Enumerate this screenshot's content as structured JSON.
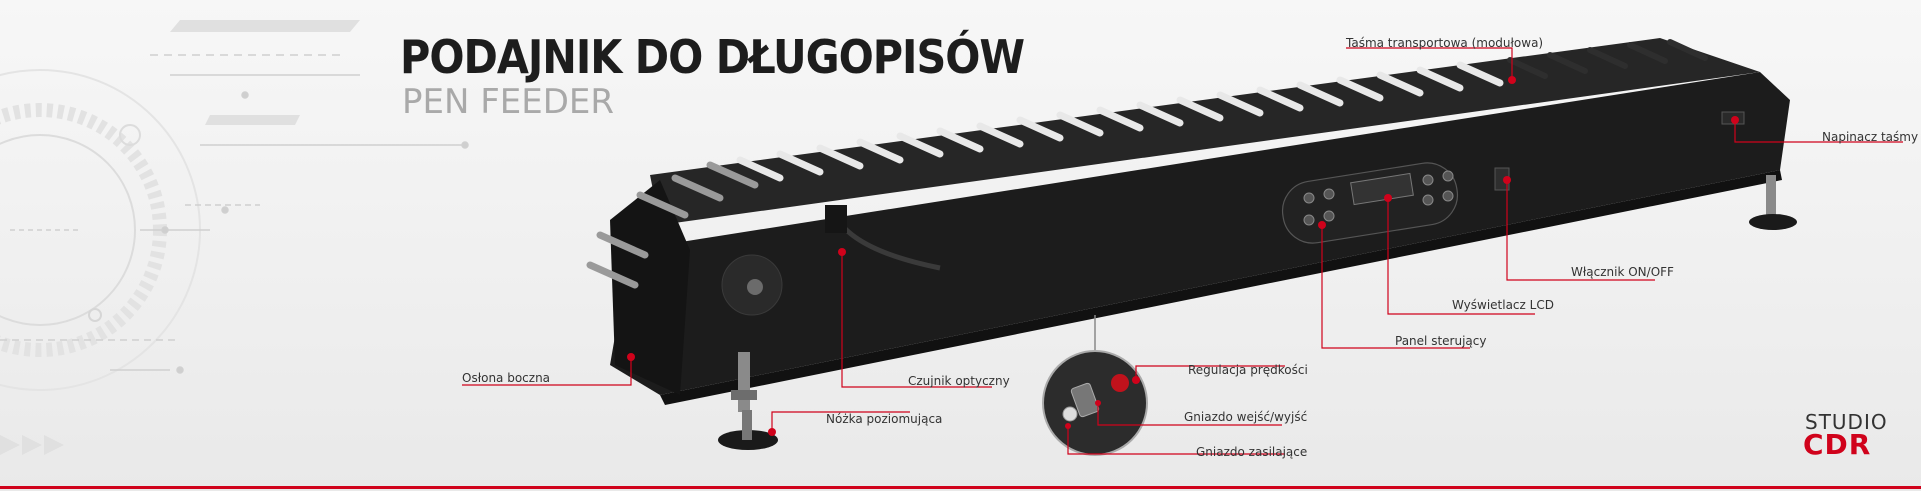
{
  "header": {
    "title": "PODAJNIK DO DŁUGOPISÓW",
    "subtitle": "PEN FEEDER"
  },
  "callouts": {
    "conveyor_belt": "Taśma transportowa (modułowa)",
    "belt_tensioner": "Napinacz taśmy",
    "on_off_switch": "Włącznik ON/OFF",
    "lcd_display": "Wyświetlacz LCD",
    "control_panel": "Panel sterujący",
    "side_cover": "Osłona boczna",
    "optical_sensor": "Czujnik optyczny",
    "leveling_foot": "Nóżka poziomująca",
    "speed_adjust": "Regulacja prędkości",
    "io_socket": "Gniazdo wejść/wyjść",
    "power_socket": "Gniazdo zasilające"
  },
  "brand": {
    "line1": "STUDIO",
    "line2": "CDR"
  },
  "colors": {
    "accent": "#d0021b",
    "machine": "#1a1a1a",
    "text": "#333333"
  }
}
